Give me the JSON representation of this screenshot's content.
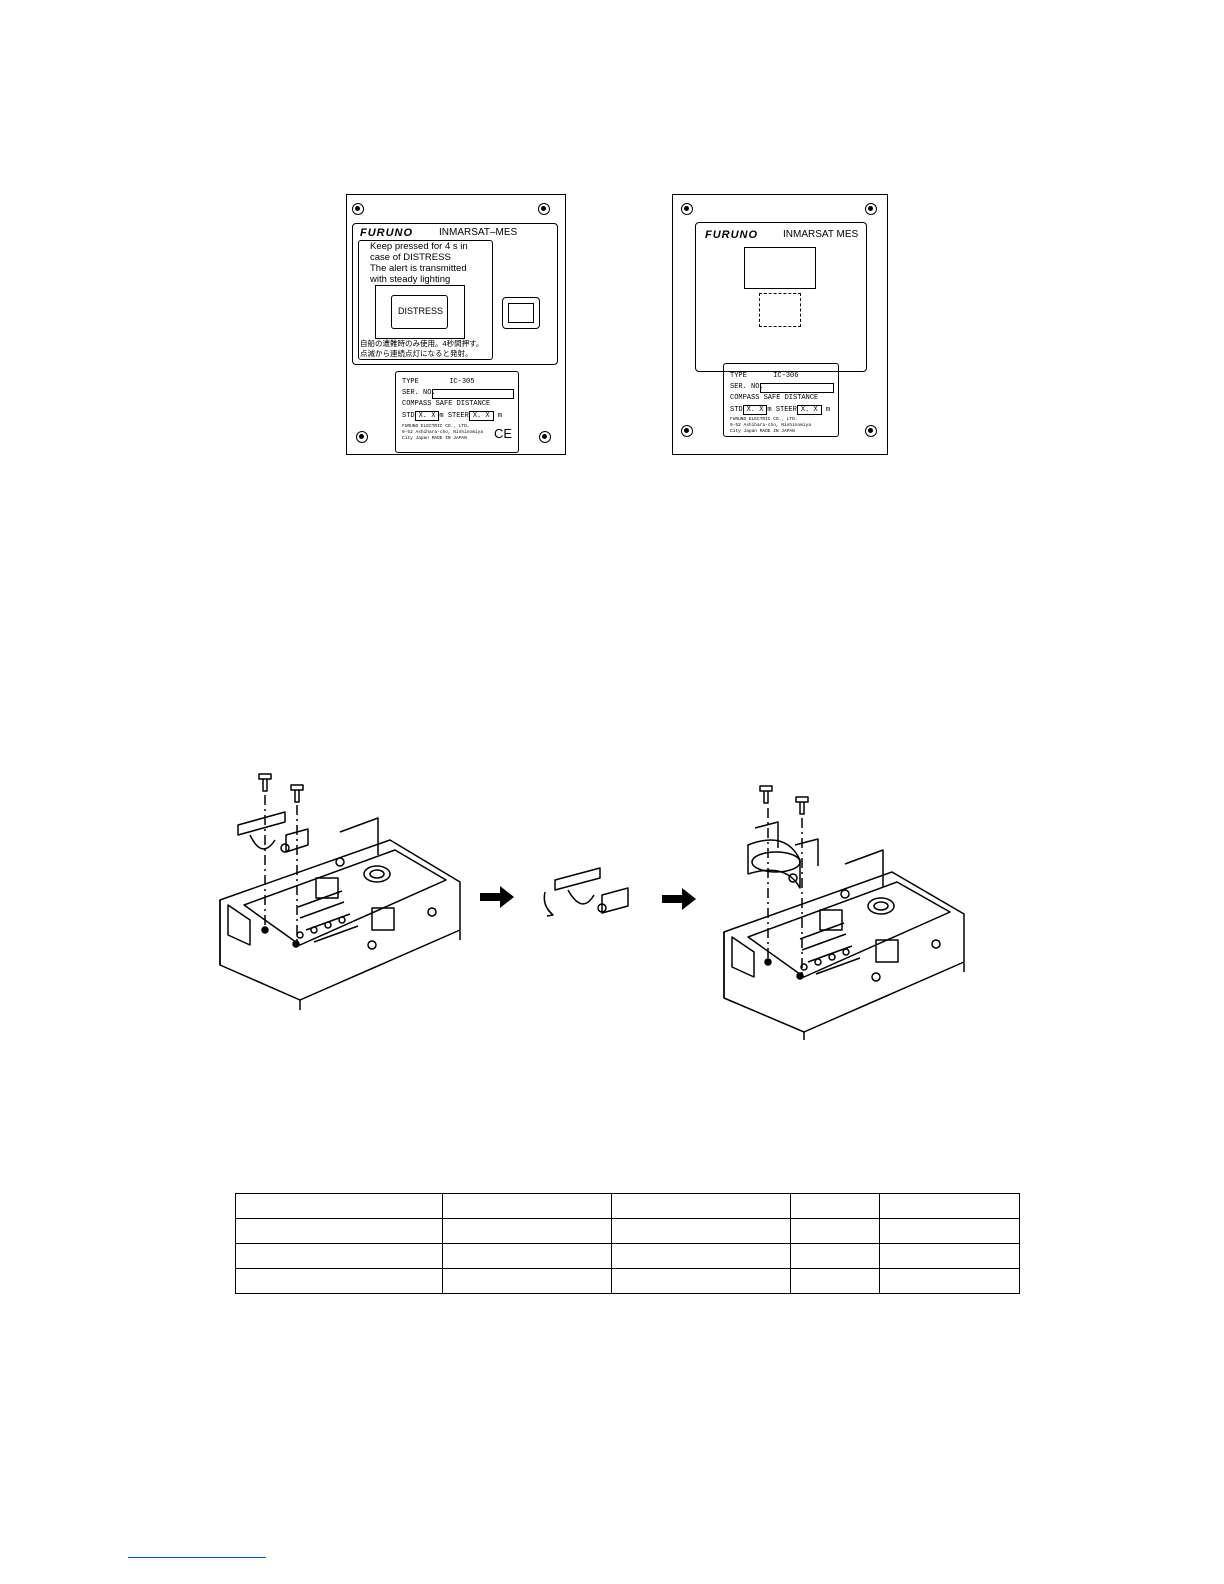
{
  "panels": [
    {
      "brand": "FURUNO",
      "model": "INMARSAT–MES",
      "instructions": [
        "Keep pressed for 4 s in",
        "case of DISTRESS",
        "The alert is transmitted",
        "with steady lighting"
      ],
      "distress_button": "DISTRESS",
      "japanese_lines": [
        "自船の遭難時のみ使用。4秒間押す。",
        "点滅から連続点灯になると発射。"
      ],
      "nameplate": {
        "type_label": "TYPE",
        "type_value": "IC-305",
        "serial_label": "SER. NO.",
        "compass_label": "COMPASS SAFE DISTANCE",
        "std_label": "STD",
        "std_value": "X. X",
        "steer_label": "m STEER",
        "steer_value": "X. X",
        "unit": "m",
        "maker_lines": [
          "FURUNO ELECTRIC CO., LTD.",
          "9-52 Ashihara-cho, Nishinomiya",
          "City Japan     MADE IN JAPAN"
        ],
        "ce_mark": "CE"
      }
    },
    {
      "brand": "FURUNO",
      "model": "INMARSAT MES",
      "nameplate": {
        "type_label": "TYPE",
        "type_value": "IC-306",
        "serial_label": "SER. NO.",
        "compass_label": "COMPASS SAFE DISTANCE",
        "std_label": "STD",
        "std_value": "X. X",
        "steer_label": "m STEER",
        "steer_value": "X. X",
        "unit": "m",
        "maker_lines": [
          "FURUNO ELECTRIC CO., LTD.",
          "9-52 Ashihara-cho, Nishinomiya",
          "City Japan     MADE IN JAPAN"
        ]
      }
    }
  ],
  "table": {
    "rows": [
      [
        "",
        "",
        "",
        "",
        ""
      ],
      [
        "",
        "",
        "",
        "",
        ""
      ],
      [
        "",
        "",
        "",
        "",
        ""
      ],
      [
        "",
        "",
        "",
        "",
        ""
      ]
    ]
  }
}
